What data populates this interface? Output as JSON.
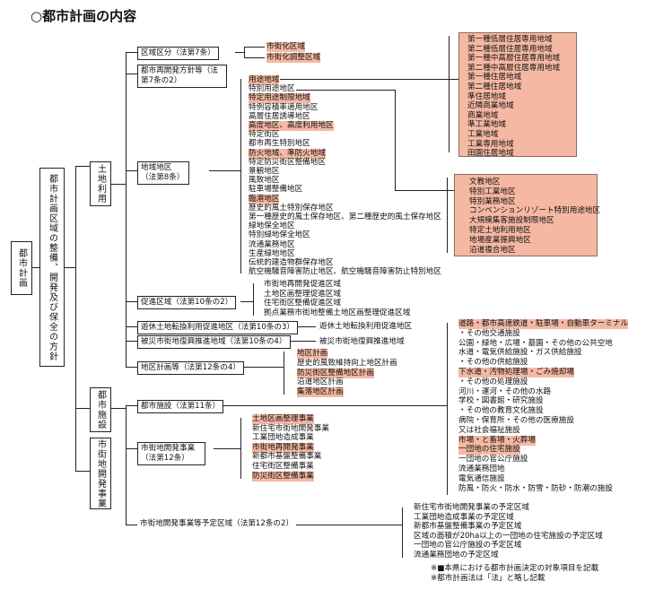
{
  "title": "○都市計画の内容",
  "root": "都市計画",
  "level1": "都市計画区域の整備、開発及び保全の方針",
  "cats": {
    "land": "土地利用",
    "facility": "都市施設",
    "dev": "市街地開発事業"
  },
  "nodes": {
    "kuiki": "区域区分（法第7条）",
    "saikaihatsu": "都市再開発方針等（法第7条の2）",
    "chiiki": "地域地区（法第8条）",
    "sokushin": "促進区域（法第10条の2）",
    "yukyu": "遊休土地転換利用促進地区（法第10条の3）",
    "hisai": "被災市街地復興推進地域（法第10条の4）",
    "chikukeikaku": "地区計画等（法第12条の4）",
    "shisetsu": "都市施設（法第11条）",
    "shigaichi": "市街地開発事業（法第12条）",
    "yotei": "市街地開発事業等予定区域（法第12条の2）"
  },
  "kuiki_items": [
    "市街化区域",
    "市街化調整区域"
  ],
  "youto_zones": [
    "第一種低層住居専用地域",
    "第二種低層住居専用地域",
    "第一種中高層住居専用地域",
    "第二種中高層住居専用地域",
    "第一種住居地域",
    "第二種住居地域",
    "準住居地域",
    "近隣商業地域",
    "商業地域",
    "準工業地域",
    "工業地域",
    "工業専用地域",
    "田園住居地域"
  ],
  "chiiki_items": [
    "用途地域",
    "特別用途地区",
    "特定用途制限地域",
    "特例容積率適用地区",
    "高層住居誘導地区",
    "高度地区、高度利用地区",
    "特定街区",
    "都市再生特別地区",
    "防火地域、準防火地域",
    "特定防災街区整備地区",
    "景観地区",
    "風致地区",
    "駐車場整備地区",
    "臨港地区",
    "歴史的風土特別保存地区",
    "第一種歴史的風土保存地区、第二種歴史的風土保存地区",
    "緑地保全地区",
    "特別緑地保全地区",
    "流通業務地区",
    "生産緑地地区",
    "伝統的建造物群保存地区",
    "航空機騒音障害防止地区、航空機騒音障害防止特別地区"
  ],
  "special_items": [
    "文教地区",
    "特別工業地区",
    "特別業務地区",
    "コンベンションリゾート特別用途地区",
    "大規模集客施設制限地区",
    "特定土地利用地区",
    "地場産業振興地区",
    "沿道複合地区"
  ],
  "sokushin_items": [
    "市街地再開発促進区域",
    "土地区画整理促進区域",
    "住宅街区整備促進区域",
    "拠点業務市街地整備土地区画整理促進区域"
  ],
  "yukyu_item": "遊休土地転換利用促進地区",
  "hisai_item": "被災市街地復興推進地域",
  "chikukeikaku_items": [
    "地区計画",
    "歴史的風致維持向上地区計画",
    "防災街区整備地区計画",
    "沿道地区計画",
    "集落地区計画"
  ],
  "shisetsu_items": [
    "道路・都市高速鉄道・駐車場・自動車ターミナル",
    "・その他交通施設",
    "公園・緑地・広場・墓園・その他の公共空地",
    "水道・電気供給施設・ガス供給施設",
    "・その他の供給施設",
    "下水道・汚物処理場・ごみ焼却場",
    "・その他の処理施設",
    "河川・運河・その他の水路",
    "学校・図書館・研究施設",
    "・その他の教育文化施設",
    "病院・保育所・その他の医療施設",
    "又は社会福祉施設",
    "市場・と畜場・火葬場",
    "一団地の住宅施設",
    "一団地の官公庁施設",
    "流通業務団地",
    "電気通信施設",
    "防風・防火・防水・防雪・防砂・防潮の施設"
  ],
  "shigaichi_items": [
    "土地区画整理事業",
    "新住宅市街地開発事業",
    "工業団地造成事業",
    "市街地再開発事業",
    "新都市基盤整備事業",
    "住宅街区整備事業",
    "防災街区整備事業"
  ],
  "yotei_items": [
    "新住宅市街地開発事業の予定区域",
    "工業団地造成事業の予定区域",
    "新都市基盤整備事業の予定区域",
    "区域の面積が20ha以上の一団地の住宅施設の予定区域",
    "一団地の官公庁施設の予定区域",
    "流通業務団地の予定区域"
  ],
  "notes": [
    "※■本県における都市計画決定の対象項目を記載",
    "※都市計画法は「法」と略し記載"
  ],
  "colors": {
    "highlight": "#f5b8a3"
  }
}
